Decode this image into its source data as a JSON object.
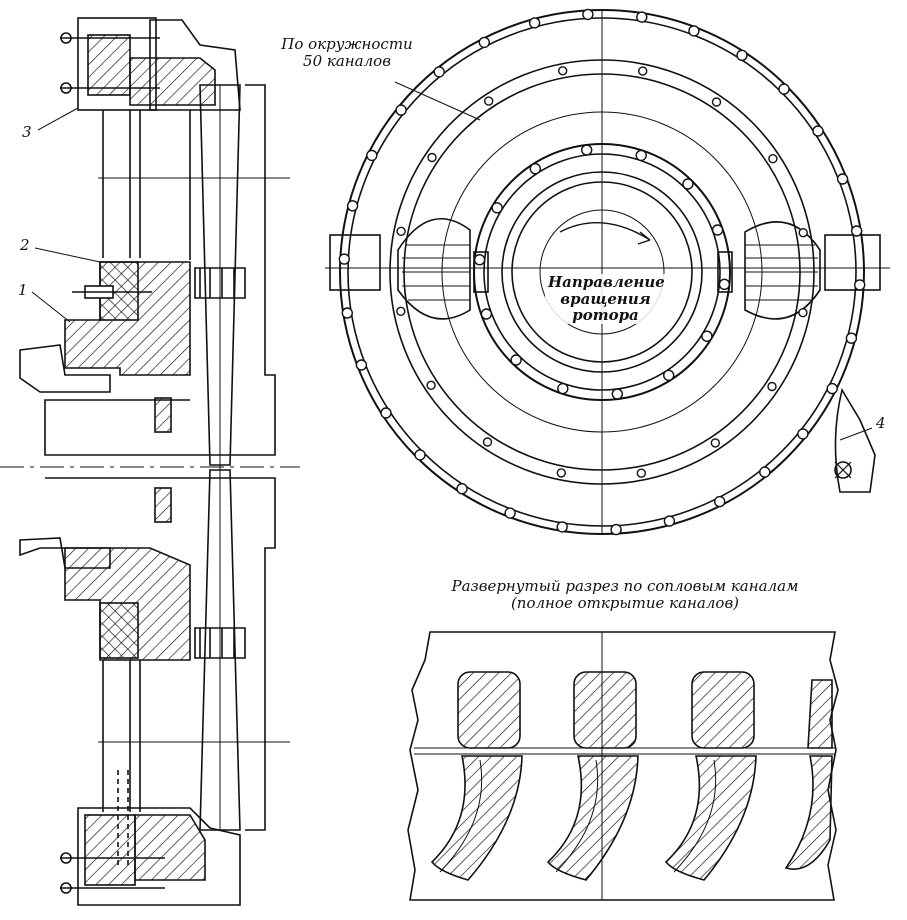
{
  "labels": {
    "callout_1": "1",
    "callout_2": "2",
    "callout_3": "3",
    "callout_4": "4",
    "channels_line1": "По окружности",
    "channels_line2": "50 каналов",
    "rotation_line1": "Направление",
    "rotation_line2": "вращения",
    "rotation_line3": "ротора",
    "section_line1": "Развернутый разрез по сопловым каналам",
    "section_line2": "(полное открытие каналов)"
  },
  "colors": {
    "ink": "#111111",
    "paper": "#ffffff"
  }
}
